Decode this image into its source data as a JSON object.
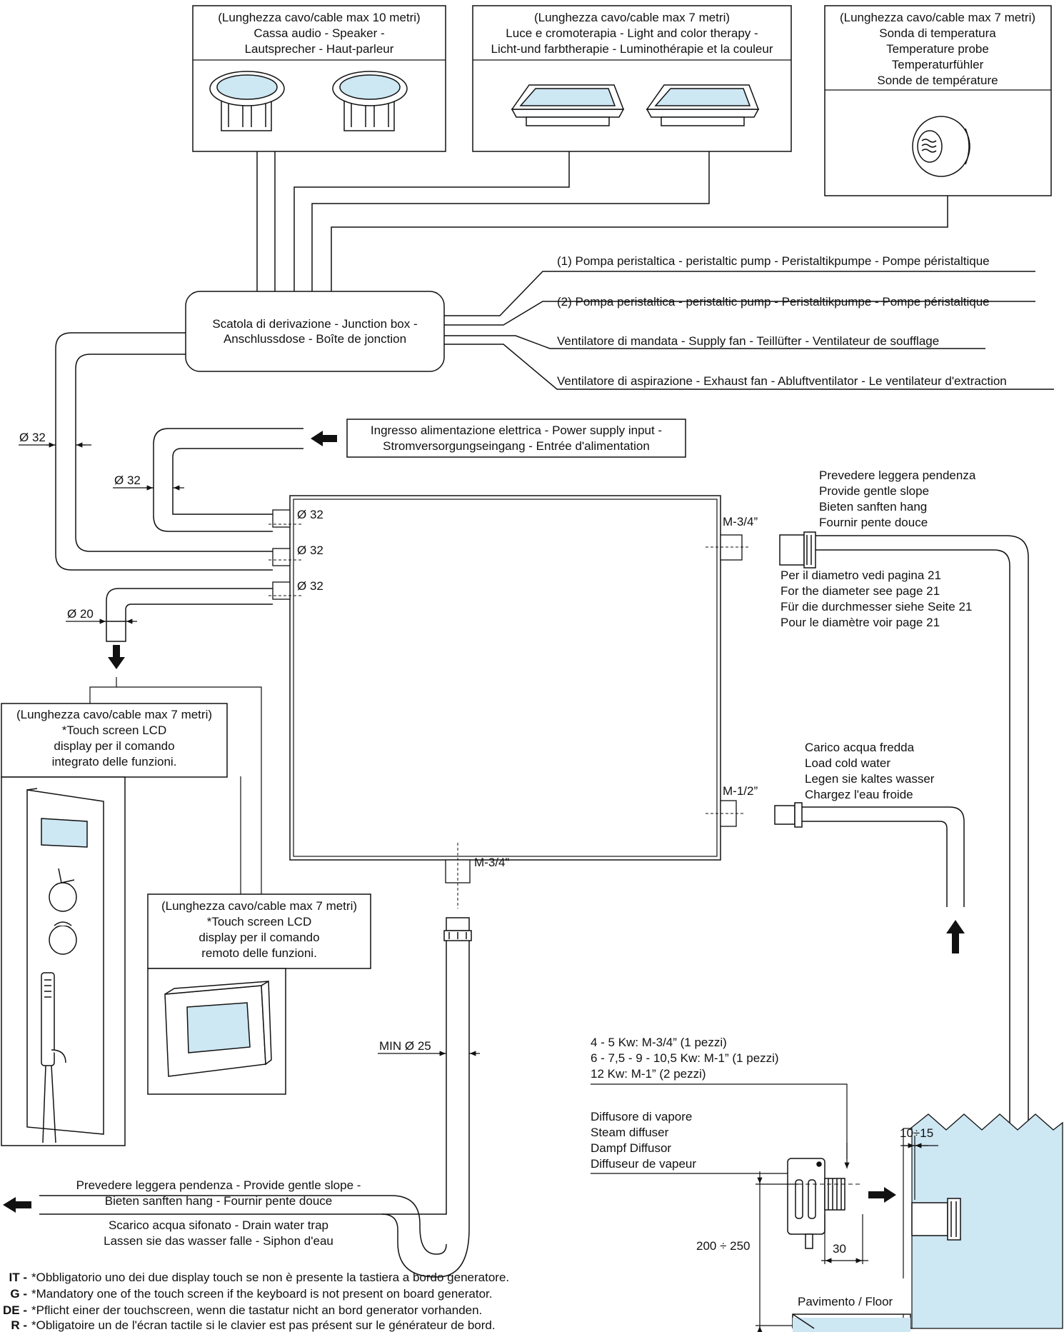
{
  "diagram": {
    "colors": {
      "line": "#111111",
      "fill_blue": "#cde7f3",
      "white": "#ffffff"
    },
    "speaker_box": {
      "lines": [
        "(Lunghezza cavo/cable max 10 metri)",
        "Cassa audio - Speaker -",
        "Lautsprecher - Haut-parleur"
      ]
    },
    "light_box": {
      "lines": [
        "(Lunghezza cavo/cable max 7 metri)",
        "Luce e cromoterapia - Light and color therapy -",
        "Licht-und farbtherapie - Luminothérapie et la couleur"
      ]
    },
    "probe_box": {
      "lines": [
        "(Lunghezza cavo/cable max 7 metri)",
        "Sonda di temperatura",
        "Temperature probe",
        "Temperaturfühler",
        "Sonde de température"
      ]
    },
    "junction_box": {
      "lines": [
        "Scatola di derivazione - Junction box -",
        "Anschlussdose - Boîte de jonction"
      ]
    },
    "junction_outputs": [
      "(1) Pompa peristaltica - peristaltic pump - Peristaltikpumpe - Pompe péristaltique",
      "(2) Pompa peristaltica - peristaltic pump - Peristaltikpumpe - Pompe péristaltique",
      "Ventilatore di mandata - Supply fan - Teillüfter - Ventilateur de soufflage",
      "Ventilatore di aspirazione - Exhaust fan - Abluftventilator - Le ventilateur d'extraction"
    ],
    "power_input": {
      "lines": [
        "Ingresso alimentazione elettrica - Power supply input -",
        "Stromversorgungseingang - Entrée d'alimentation"
      ]
    },
    "dims": {
      "d32_outer": "Ø 32",
      "d32_inner": "Ø 32",
      "d32_port1": "Ø 32",
      "d32_port2": "Ø 32",
      "d32_port3": "Ø 32",
      "d20": "Ø 20",
      "min25": "MIN Ø 25",
      "m34_steam": "M-3/4”",
      "m12_water": "M-1/2”",
      "m34_drain": "M-3/4”",
      "d10_15": "10÷15",
      "d30": "30",
      "d200_250": "200 ÷ 250"
    },
    "slope_right": {
      "lines": [
        "Prevedere leggera pendenza",
        "Provide gentle slope",
        "Bieten sanften hang",
        "Fournir pente douce"
      ]
    },
    "diameter_note": {
      "lines": [
        "Per il diametro vedi pagina 21",
        "For the diameter see page 21",
        "Für die durchmesser siehe Seite 21",
        "Pour le diamètre voir page 21"
      ]
    },
    "cold_water": {
      "lines": [
        "Carico acqua fredda",
        "Load cold water",
        "Legen sie kaltes wasser",
        "Chargez l'eau froide"
      ]
    },
    "touch_integrated": {
      "lines": [
        "(Lunghezza cavo/cable max 7 metri)",
        "*Touch screen LCD",
        "display per il comando",
        "integrato delle funzioni."
      ]
    },
    "touch_remote": {
      "lines": [
        "(Lunghezza cavo/cable max 7 metri)",
        "*Touch screen LCD",
        "display per il comando",
        "remoto delle funzioni."
      ]
    },
    "kw_table": {
      "lines": [
        "4 - 5 Kw: M-3/4” (1 pezzi)",
        "6 - 7,5 - 9 - 10,5 Kw: M-1” (1 pezzi)",
        "12 Kw: M-1” (2 pezzi)"
      ]
    },
    "diffuser": {
      "lines": [
        "Diffusore di vapore",
        "Steam diffuser",
        "Dampf Diffusor",
        "Diffuseur de vapeur"
      ]
    },
    "floor_label": "Pavimento / Floor",
    "slope_bottom": {
      "lines": [
        "Prevedere leggera pendenza - Provide gentle slope -",
        "Bieten sanften hang - Fournir pente douce"
      ]
    },
    "drain": {
      "lines": [
        "Scarico acqua sifonato - Drain water trap",
        "Lassen sie das wasser falle - Siphon d'eau"
      ]
    },
    "footnotes": [
      {
        "code": "IT -",
        "text": "*Obbligatorio uno dei due display touch se non è presente la tastiera a bordo generatore."
      },
      {
        "code": "G -",
        "text": "*Mandatory one of the touch screen if the keyboard is not present on board generator."
      },
      {
        "code": "DE -",
        "text": "*Pflicht einer der touchscreen, wenn die tastatur nicht an bord generator vorhanden."
      },
      {
        "code": "R -",
        "text": "*Obligatoire un de l'écran tactile si le clavier est pas présent sur le générateur de bord."
      }
    ]
  }
}
